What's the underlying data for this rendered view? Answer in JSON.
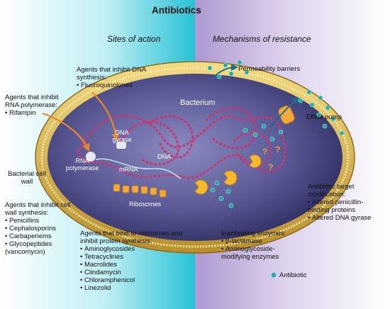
{
  "title": "Antibiotics",
  "sections": {
    "left": "Sites of action",
    "right": "Mechanisms of resistance"
  },
  "cell": {
    "bacterium": "Bacterium",
    "dna": "DNA",
    "dna_gyrase": "DNA gyrase",
    "rna_polymerase": "RNA polymerase",
    "mrna": "mRNA",
    "ribosomes": "Ribosomes"
  },
  "sites": {
    "dna_synthesis": {
      "heading": "Agents that inhibit DNA synthesis:",
      "items": [
        "Fluoroquinolones"
      ]
    },
    "rna_polymerase": {
      "heading": "Agents that inhibit RNA polymerase:",
      "items": [
        "Rifampin"
      ]
    },
    "cell_wall_label": "Bacterial cell wall",
    "cell_wall_synthesis": {
      "heading": "Agents that inhibit cell wall synthesis:",
      "items": [
        "Penicillins",
        "Cephalosporins",
        "Carbapenems",
        "Glycopeptides (vancomycin)"
      ]
    },
    "protein_synthesis": {
      "heading": "Agents that bind to ribosomes and inhibit protein synthesis:",
      "items": [
        "Aminoglycosides",
        "Tetracyclines",
        "Macrolides",
        "Clindamycin",
        "Chloramphenicol",
        "Linezolid"
      ]
    }
  },
  "resistance": {
    "permeability": "Permeability barriers",
    "efflux": "Efflux pump",
    "target_modification": {
      "heading": "Antibiotic target modification:",
      "items": [
        "Altered penicillin-binding proteins",
        "Altered DNA gyrase"
      ]
    },
    "inactivating": {
      "heading": "Inactivating enzymes:",
      "items": [
        "β-lactamase",
        "Aminoglycoside-modifying enzymes"
      ]
    },
    "legend_antibiotic": "Antibiotic"
  },
  "colors": {
    "left_bg": "#2fc6d8",
    "right_bg": "#b9a6d6",
    "cell_fill": "#4b4a86",
    "cell_wall": "#d9b84a",
    "dna": "#c03a78",
    "antibiotic": "#2aa7a5",
    "arrow": "#e9892a"
  }
}
